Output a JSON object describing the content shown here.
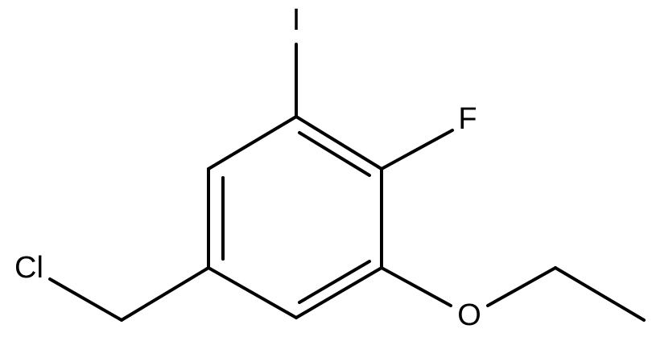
{
  "molecule": {
    "atoms": {
      "iodine": "I",
      "fluorine": "F",
      "chlorine": "Cl",
      "oxygen": "O"
    },
    "colors": {
      "bond": "#000000",
      "label": "#000000",
      "background": "#ffffff"
    }
  }
}
